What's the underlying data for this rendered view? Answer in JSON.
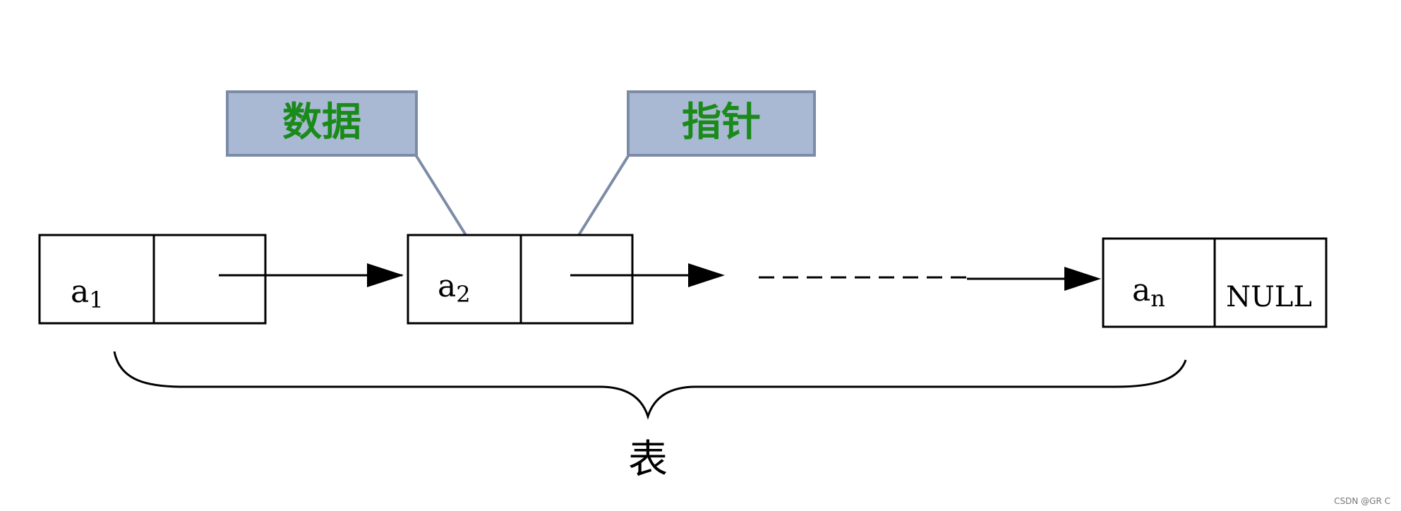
{
  "callouts": {
    "data_label": "数据",
    "pointer_label": "指针"
  },
  "nodes": [
    {
      "data": "a",
      "subscript": "1",
      "pointer": ""
    },
    {
      "data": "a",
      "subscript": "2",
      "pointer": ""
    },
    {
      "data": "a",
      "subscript": "n",
      "pointer": "NULL"
    }
  ],
  "brace_label": "表",
  "watermark": "CSDN @GR C",
  "colors": {
    "callout_fill": "#a9b9d3",
    "callout_border": "#7d8ca6",
    "callout_text": "#1a8a1a",
    "stroke": "#000000",
    "connector": "#7d8ca6"
  }
}
